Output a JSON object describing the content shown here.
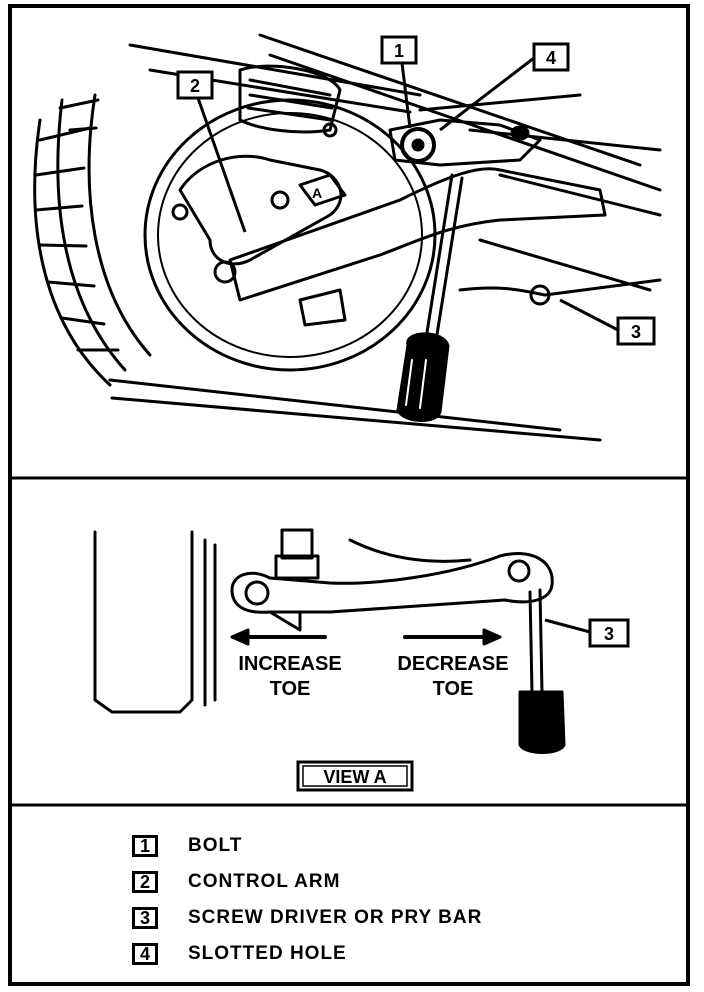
{
  "callouts": {
    "top": [
      "1",
      "2",
      "3",
      "4"
    ],
    "view_a": "3"
  },
  "view_a_label": "VIEW A",
  "arrows": {
    "increase_line1": "INCREASE",
    "increase_line2": "TOE",
    "decrease_line1": "DECREASE",
    "decrease_line2": "TOE"
  },
  "arm_marker": "A",
  "legend": [
    {
      "num": "1",
      "text": "BOLT"
    },
    {
      "num": "2",
      "text": "CONTROL ARM"
    },
    {
      "num": "3",
      "text": "SCREW DRIVER OR PRY BAR"
    },
    {
      "num": "4",
      "text": "SLOTTED HOLE"
    }
  ]
}
